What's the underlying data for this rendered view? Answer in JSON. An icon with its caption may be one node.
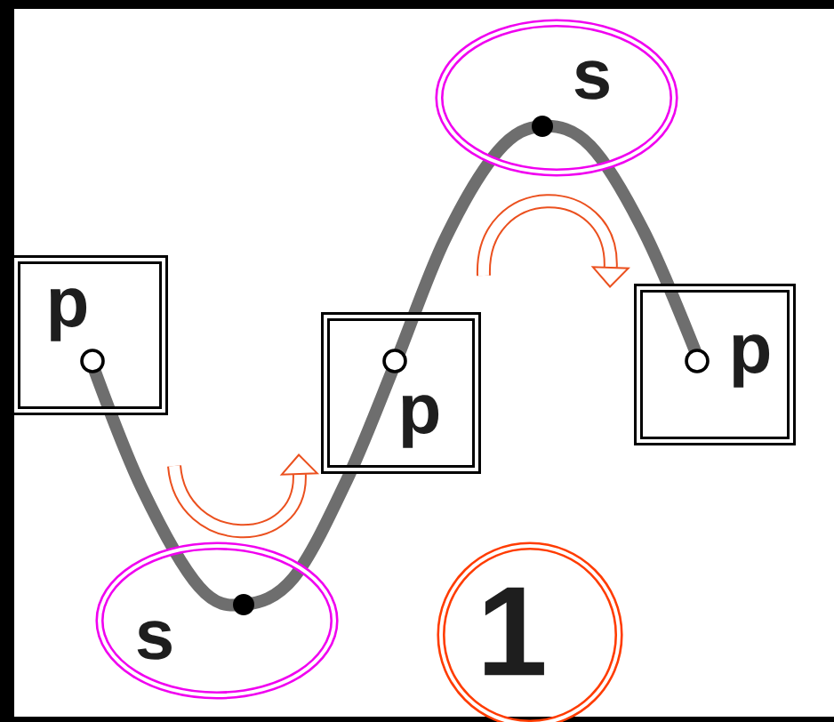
{
  "diagram": {
    "nodes": [
      {
        "text": [
          "s"
        ]
      },
      {
        "text": [
          "p"
        ]
      },
      {
        "text": [
          "p"
        ]
      },
      {
        "text": [
          "p"
        ]
      },
      {
        "text": [
          "s"
        ]
      },
      {
        "text": [
          "1"
        ]
      }
    ]
  }
}
